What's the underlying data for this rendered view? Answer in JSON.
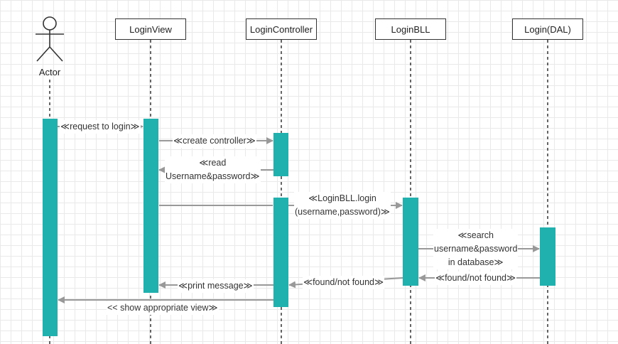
{
  "actor": {
    "label": "Actor"
  },
  "lifelines": [
    {
      "id": "loginview",
      "label": "LoginView"
    },
    {
      "id": "logincontroller",
      "label": "LoginController"
    },
    {
      "id": "loginbll",
      "label": "LoginBLL"
    },
    {
      "id": "logindal",
      "label": "Login(DAL)"
    }
  ],
  "messages": [
    {
      "id": "m1",
      "lines": [
        "≪request to login≫"
      ]
    },
    {
      "id": "m2",
      "lines": [
        "≪create controller≫"
      ]
    },
    {
      "id": "m3",
      "lines": [
        "≪read",
        "Username&password≫"
      ]
    },
    {
      "id": "m4",
      "lines": [
        "≪LoginBLL.login",
        "(username,password)≫"
      ]
    },
    {
      "id": "m5",
      "lines": [
        "≪search",
        "username&password",
        "in database≫"
      ]
    },
    {
      "id": "m6",
      "lines": [
        "≪found/not found≫"
      ]
    },
    {
      "id": "m7",
      "lines": [
        "≪found/not found≫"
      ]
    },
    {
      "id": "m8",
      "lines": [
        "≪print message≫"
      ]
    },
    {
      "id": "m9",
      "lines": [
        "<< show appropriate view≫"
      ]
    }
  ],
  "colors": {
    "activation": "#20b0ad",
    "arrow": "#999999",
    "lifeline": "#333333"
  }
}
